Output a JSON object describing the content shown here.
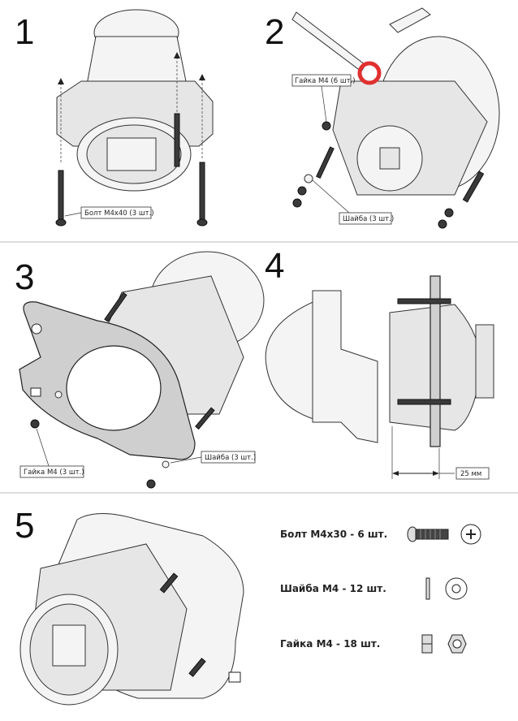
{
  "steps": {
    "s1": {
      "number": "1",
      "label": "Болт М4х40 (3 шт.)"
    },
    "s2": {
      "number": "2",
      "label_nut": "Гайка М4 (6 шт.)",
      "label_washer": "Шайба (3 шт.)"
    },
    "s3": {
      "number": "3",
      "label_nut": "Гайка М4 (3 шт.)",
      "label_washer": "Шайба (3 шт.)"
    },
    "s4": {
      "number": "4",
      "dimension": "25 мм"
    },
    "s5": {
      "number": "5"
    }
  },
  "parts": [
    {
      "label": "Болт М4х30 - 6 шт."
    },
    {
      "label": "Шайба М4 - 12 шт."
    },
    {
      "label": "Гайка М4 - 18 шт."
    }
  ],
  "colors": {
    "ink": "#222222",
    "highlight": "#e03030",
    "plate": "#cfcfcf"
  }
}
